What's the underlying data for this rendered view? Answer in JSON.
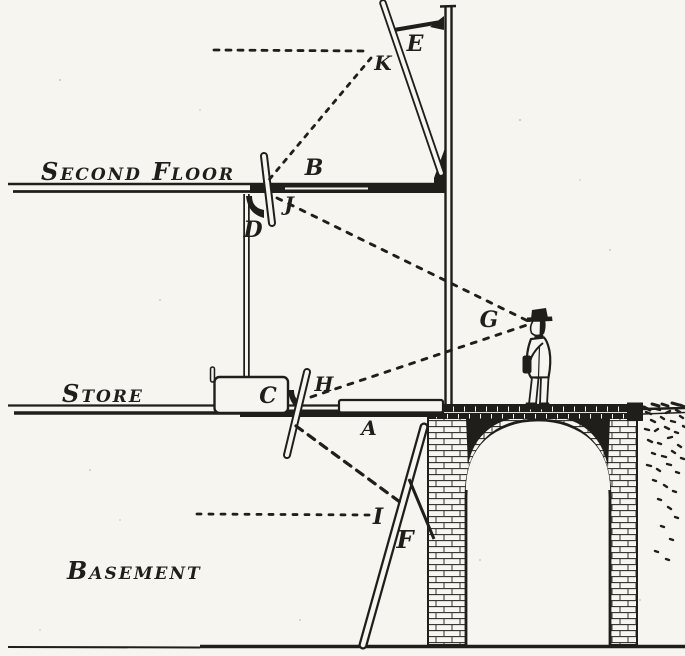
{
  "meta": {
    "description": "Vintage engraving: cross-section of a shop showing mirrors and dotted sight lines between basement, store, second floor and a pedestrian on the sidewalk over a brick vault",
    "ink_color": "#201e1a",
    "paper_color": "#f6f5f0"
  },
  "labels": {
    "floors": {
      "second_floor": "Second Floor",
      "store": "Store",
      "basement": "Basement"
    },
    "points": {
      "A": "A",
      "B": "B",
      "C": "C",
      "D": "D",
      "E": "E",
      "F": "F",
      "G": "G",
      "H": "H",
      "I": "I",
      "J": "J",
      "K": "K"
    }
  },
  "elements": {
    "mirrors": [
      "upper-mirror-board-E",
      "second-floor-mirror-board-D",
      "store-mirror-board-H",
      "basement-mirror-board-F"
    ],
    "sight_lines": [
      "second-floor-horizontal-ray",
      "mirror-E-to-mirror-D-ray",
      "mirror-D-to-observer-ray",
      "store-mirror-to-observer-ray",
      "store-mirror-to-basement-ray",
      "basement-horizontal-ray"
    ],
    "figure": "pedestrian-observer",
    "structure": [
      "storefront-wall",
      "second-floor-slab",
      "store-floor-slab",
      "counter-box",
      "window-platform",
      "brick-vault-arch",
      "sidewalk-band",
      "earth-fill",
      "ground-line"
    ]
  }
}
